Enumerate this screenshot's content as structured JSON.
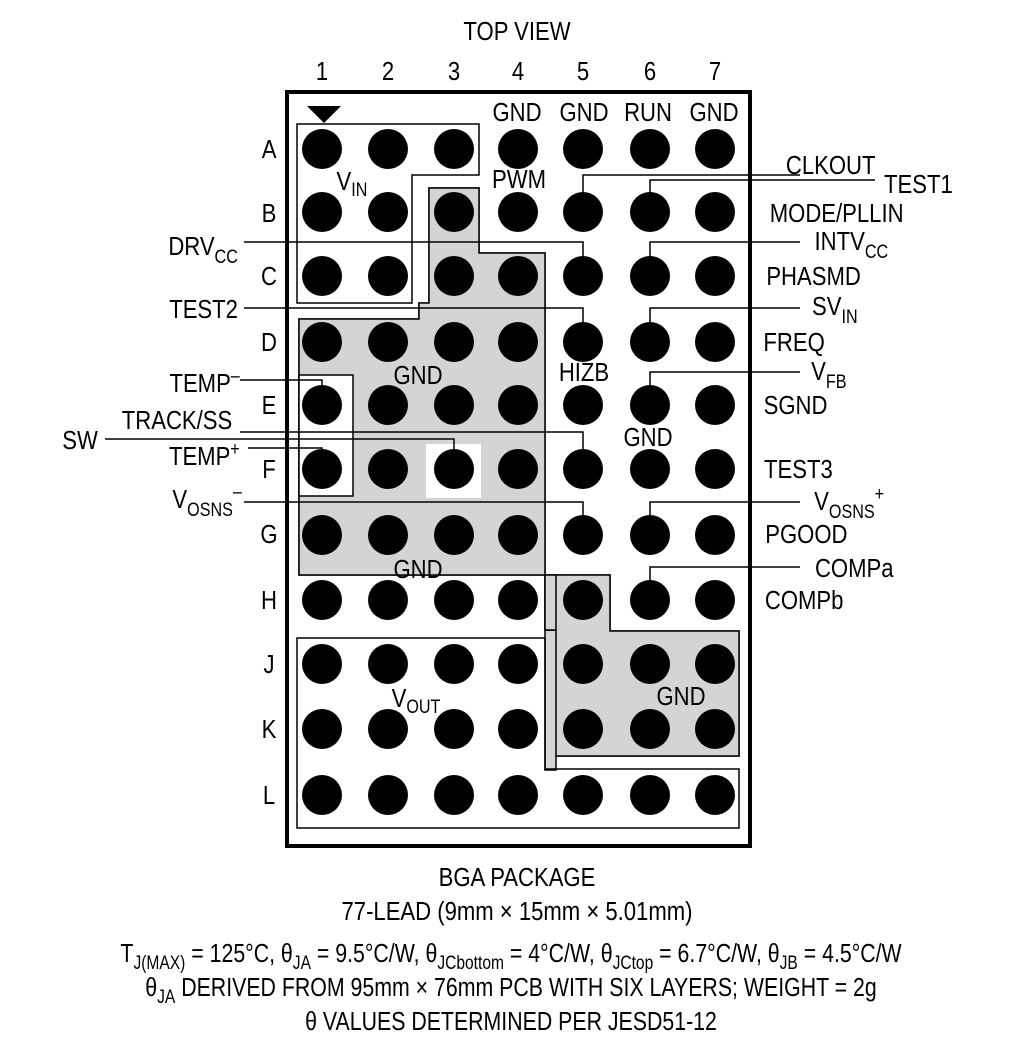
{
  "title": "TOP VIEW",
  "columns": [
    "1",
    "2",
    "3",
    "4",
    "5",
    "6",
    "7"
  ],
  "rows": [
    "A",
    "B",
    "C",
    "D",
    "E",
    "F",
    "G",
    "H",
    "J",
    "K",
    "L"
  ],
  "region_labels": {
    "vin": {
      "main": "V",
      "sub": "IN"
    },
    "vout": {
      "main": "V",
      "sub": "OUT"
    },
    "gnd": "GND"
  },
  "pin_labels": {
    "a4": "GND",
    "a5": "GND",
    "a6": "RUN",
    "a7": "GND",
    "pwm": "PWM",
    "clkout": "CLKOUT",
    "test1": "TEST1",
    "mode_pllin": "MODE/PLLIN",
    "drvcc": {
      "main": "DRV",
      "sub": "CC"
    },
    "intvcc": {
      "main": "INTV",
      "sub": "CC"
    },
    "phasmd": "PHASMD",
    "test2": "TEST2",
    "svin": {
      "main": "SV",
      "sub": "IN"
    },
    "freq": "FREQ",
    "temp_minus": {
      "main": "TEMP",
      "sup": "–"
    },
    "hizb": "HIZB",
    "vfb": {
      "main": "V",
      "sub": "FB"
    },
    "sgnd": "SGND",
    "track_ss": "TRACK/SS",
    "sw": "SW",
    "temp_plus": {
      "main": "TEMP",
      "sup": "+"
    },
    "test3": "TEST3",
    "vosns_minus": {
      "main": "V",
      "sub": "OSNS",
      "sup": "–"
    },
    "vosns_plus": {
      "main": "V",
      "sub": "OSNS",
      "sup": "+"
    },
    "pgood": "PGOOD",
    "compa": "COMPa",
    "compb": "COMPb"
  },
  "package": {
    "name": "BGA PACKAGE",
    "lead": "77-LEAD (9mm × 15mm × 5.01mm)"
  },
  "thermal": {
    "tj_main": "T",
    "tj_sub": "J(MAX)",
    "tj_val": " = 125°C, ",
    "th": "θ",
    "ja_sub": "JA",
    "ja_val": " = 9.5°C/W, ",
    "jcb_sub": "JCbottom",
    "jcb_val": " = 4°C/W, ",
    "jct_sub": "JCtop",
    "jct_val": " = 6.7°C/W, ",
    "jb_sub": "JB",
    "jb_val": " = 4.5°C/W",
    "line2_sub": "JA",
    "line2_rest": " DERIVED FROM 95mm × 76mm PCB WITH SIX LAYERS; WEIGHT = 2g",
    "line3": "θ VALUES DETERMINED PER JESD51-12"
  }
}
